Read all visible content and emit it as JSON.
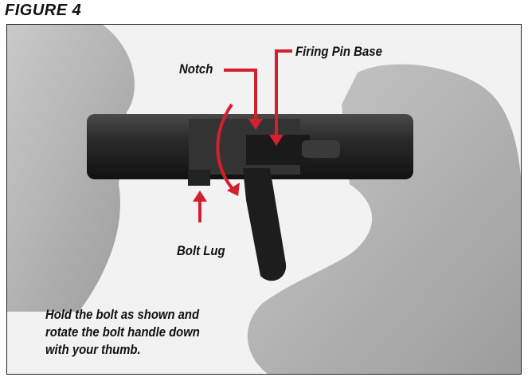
{
  "figure": {
    "title": "FIGURE 4"
  },
  "labels": {
    "notch": "Notch",
    "firing_pin_base": "Firing Pin Base",
    "bolt_lug": "Bolt Lug"
  },
  "caption": {
    "lines": [
      "Hold the bolt as shown and",
      "rotate the bolt handle down",
      "with your thumb."
    ]
  },
  "colors": {
    "arrow": "#d3202f",
    "border": "#222222"
  }
}
